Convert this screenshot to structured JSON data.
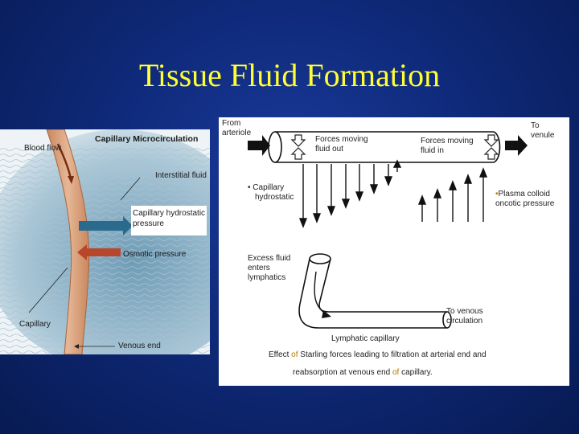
{
  "title": "Tissue Fluid Formation",
  "left_figure": {
    "heading": "Capillary Microcirculation",
    "labels": {
      "blood_flow": "Blood flow",
      "interstitial_fluid": "Interstitial fluid",
      "capillary_hydrostatic_line1": "Capillary hydrostatic",
      "capillary_hydrostatic_line2": "pressure",
      "osmotic_pressure": "Osmotic pressure",
      "capillary": "Capillary",
      "venous_end": "Venous end"
    },
    "colors": {
      "vessel": "#d9a07a",
      "blue_arrow": "#2a6a8c",
      "red_arrow": "#b8462a"
    }
  },
  "right_figure": {
    "from_line1": "From",
    "from_line2": "arteriole",
    "to_line1": "To",
    "to_line2": "venule",
    "forces_out_line1": "Forces moving",
    "forces_out_line2": "fluid out",
    "forces_in_line1": "Forces moving",
    "forces_in_line2": "fluid in",
    "cap_hydro_line1": "• Capillary",
    "cap_hydro_line2": "hydrostatic",
    "plasma_bullet": "•",
    "plasma_line1": "Plasma colloid",
    "plasma_line2": "oncotic pressure",
    "excess_line1": "Excess fluid",
    "excess_line2": "enters",
    "excess_line3": "lymphatics",
    "to_venous_line1": "To venous",
    "to_venous_line2": "circulation",
    "lymphatic": "Lymphatic capillary",
    "caption_line1_a": "Effect",
    "caption_line1_of": "of",
    "caption_line1_b": "Starling forces leading to filtration at arterial end and",
    "caption_line2_a": "reabsorption at venous end",
    "caption_line2_of": "of",
    "caption_line2_b": "capillary."
  }
}
